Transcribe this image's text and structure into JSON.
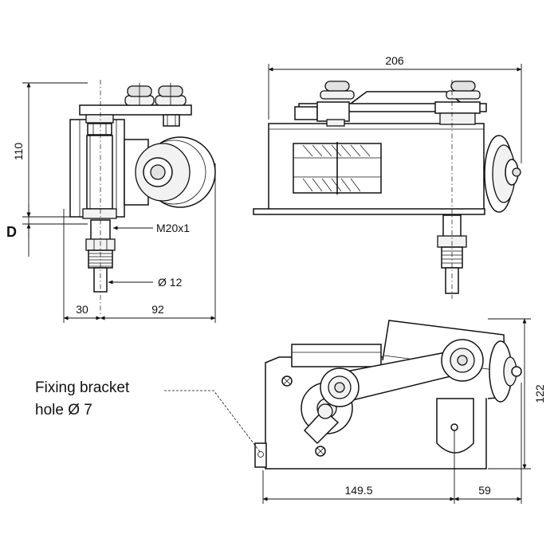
{
  "drawing": {
    "labels": {
      "dim_width_top": "206",
      "dim_height_front": "110",
      "dim_d": "D",
      "thread": "M20x1",
      "shaft_diameter": "Ø 12",
      "dim_30": "30",
      "dim_92": "92",
      "dim_height_side": "122",
      "dim_149_5": "149.5",
      "dim_59": "59",
      "fixing_line1": "Fixing bracket",
      "fixing_line2": "hole Ø 7"
    }
  }
}
